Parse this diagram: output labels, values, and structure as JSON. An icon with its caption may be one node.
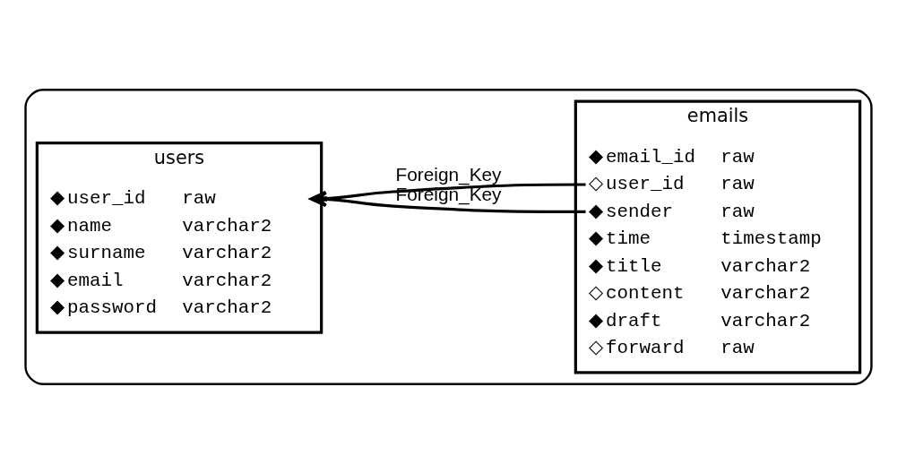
{
  "diagram": {
    "nodes": [
      {
        "text": [],
        "shape": "cylinder"
      },
      {
        "text": [
          "users"
        ],
        "in": 0
      },
      {
        "text": [
          "◆",
          "user_id",
          "raw"
        ],
        "in": 1
      },
      {
        "text": [
          "◆",
          "name",
          "varchar2"
        ],
        "in": 1
      },
      {
        "text": [
          "◆",
          "surname",
          "varchar2"
        ],
        "in": 1
      },
      {
        "text": [
          "◆",
          "email",
          "varchar2"
        ],
        "in": 1
      },
      {
        "text": [
          "◆",
          "password",
          "varchar2"
        ],
        "in": 1
      },
      {
        "text": [
          "emails"
        ],
        "in": 0
      },
      {
        "text": [
          "◆",
          "email_id",
          "raw"
        ],
        "in": 7
      },
      {
        "text": [
          "◆",
          "sender",
          "raw"
        ],
        "in": 7
      },
      {
        "text": [
          "◇",
          "user_id",
          "raw"
        ],
        "in": 7
      },
      {
        "text": [
          "◆",
          "time",
          "timestamp"
        ],
        "in": 7
      },
      {
        "text": [
          "◆",
          "title",
          "varchar2"
        ],
        "in": 7
      },
      {
        "text": [
          "◇",
          "content",
          "varchar2"
        ],
        "in": 7
      },
      {
        "text": [
          "◆",
          "draft",
          "varchar2"
        ],
        "in": 7
      },
      {
        "text": [
          "◇",
          "forward",
          "raw"
        ],
        "in": 7
      }
    ],
    "edges": [
      {
        "from": 9,
        "to": 2,
        "arrow": "to",
        "label": "Foreign_Key"
      },
      {
        "from": 10,
        "to": 2,
        "arrow": "to",
        "label": "Foreign_Key"
      }
    ]
  }
}
